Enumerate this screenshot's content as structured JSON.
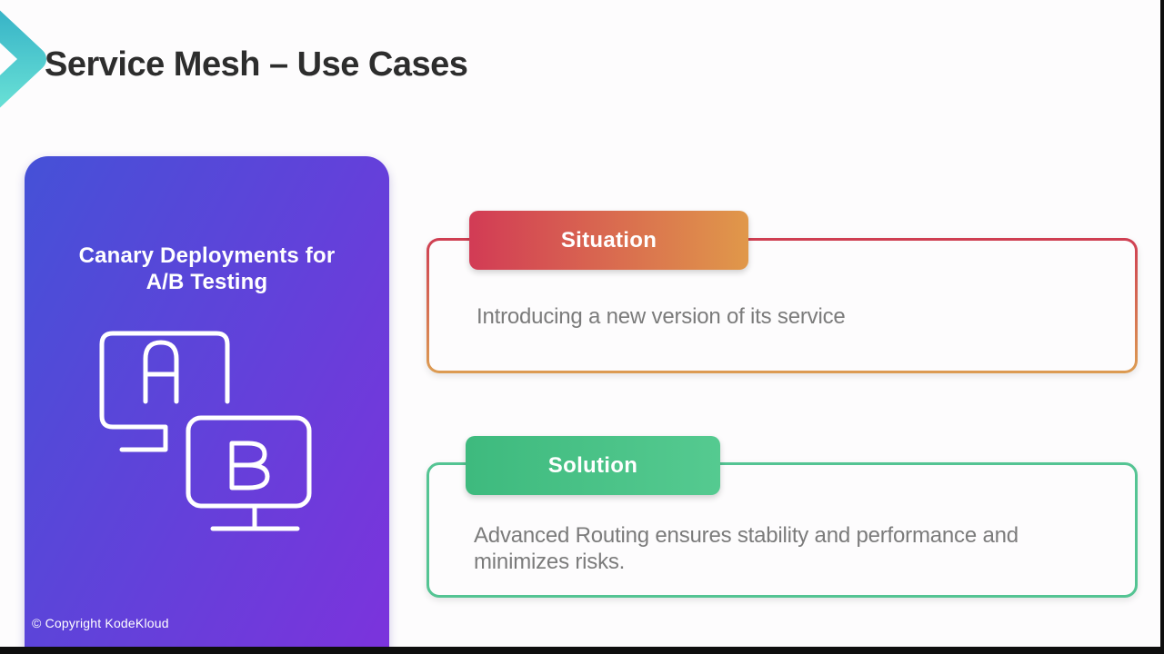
{
  "slide": {
    "title": "Service Mesh – Use Cases",
    "copyright": "© Copyright KodeKloud",
    "background_color": "#fdfcfd",
    "frame_bar_color": "#0e0e0e"
  },
  "logo": {
    "name": "kodekloud-chevron",
    "gradient": [
      "#3ab6c8",
      "#66ded5"
    ]
  },
  "left_card": {
    "title": [
      "Canary Deployments for",
      "A/B Testing"
    ],
    "gradient": [
      "#4551d7",
      "#7c33dc"
    ],
    "icon": "ab-testing-monitors",
    "icon_label_a": "A",
    "icon_label_b": "B",
    "icon_stroke_color": "#ffffff"
  },
  "situation": {
    "header": "Situation",
    "body": "Introducing a new version of its service",
    "header_gradient": [
      "#d23b55",
      "#e0984a"
    ],
    "border_gradient": [
      "#cf3e52",
      "#dc9c52"
    ]
  },
  "solution": {
    "header": "Solution",
    "body": "Advanced Routing ensures stability and performance and minimizes risks.",
    "header_gradient": [
      "#3eba7e",
      "#55ca90"
    ],
    "border_color": "#54c493"
  }
}
